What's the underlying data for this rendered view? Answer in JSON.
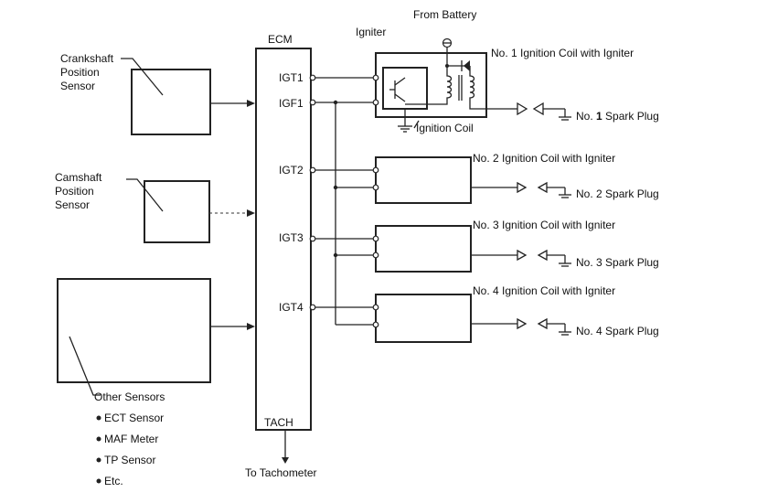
{
  "header": {
    "from_battery": "From Battery",
    "igniter": "Igniter"
  },
  "ecm": {
    "label": "ECM",
    "tach": "TACH",
    "to_tachometer": "To Tachometer",
    "pins": {
      "igt1": "IGT1",
      "igf1": "IGF1",
      "igt2": "IGT2",
      "igt3": "IGT3",
      "igt4": "IGT4"
    }
  },
  "sensors": {
    "crankshaft": [
      "Crankshaft",
      "Position",
      "Sensor"
    ],
    "camshaft": [
      "Camshaft",
      "Position",
      "Sensor"
    ],
    "other": "Other Sensors",
    "other_list": [
      "ECT Sensor",
      "MAF Meter",
      "TP Sensor",
      "Etc."
    ]
  },
  "coils": {
    "coil1": "No. 1 Ignition Coil with Igniter",
    "ignition_coil": "Ignition Coil",
    "coil2": "No. 2 Ignition Coil with Igniter",
    "coil3": "No. 3 Ignition Coil with Igniter",
    "coil4": "No. 4 Ignition Coil with Igniter"
  },
  "plugs": {
    "plug1_prefix": "No. ",
    "plug1_num": "1",
    "plug1_suffix": " Spark Plug",
    "plug2": "No. 2 Spark Plug",
    "plug3": "No. 3 Spark Plug",
    "plug4": "No. 4 Spark Plug"
  }
}
